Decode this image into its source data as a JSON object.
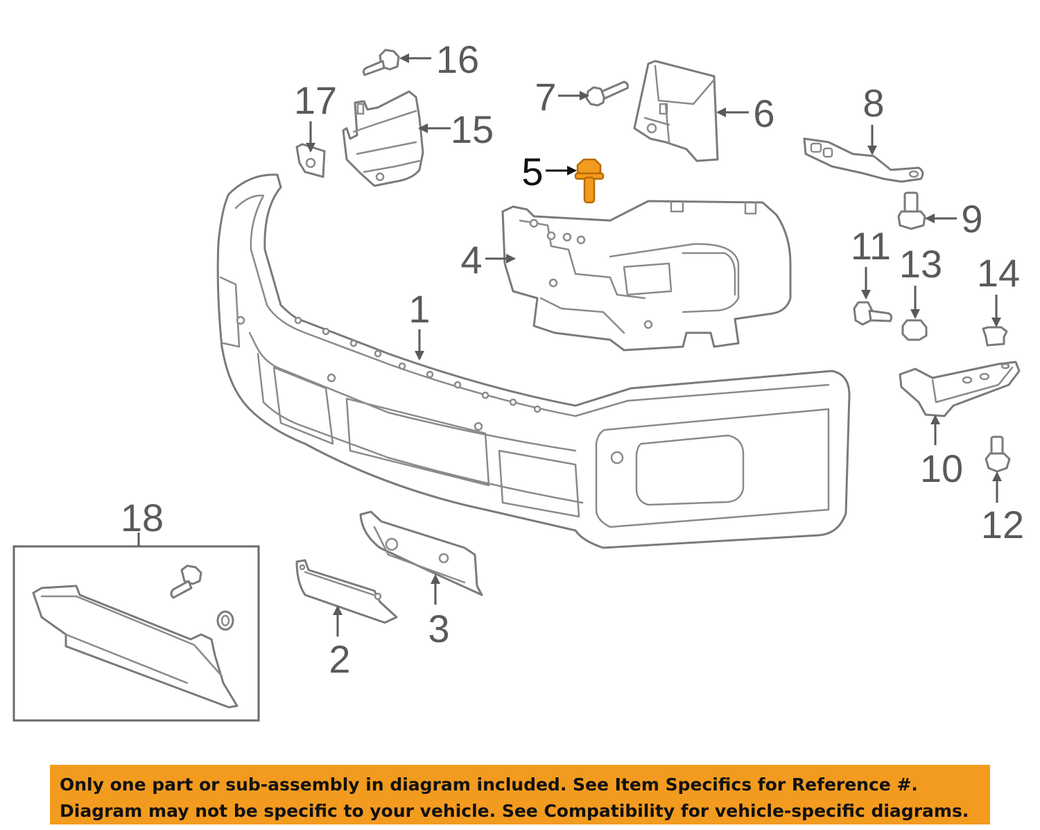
{
  "colors": {
    "highlight_part": "#f39b1f",
    "banner": "#f39b1f",
    "line_art": "#7a7a7a",
    "callout_text": "#5a5a5a"
  },
  "callouts": [
    "1",
    "2",
    "3",
    "4",
    "5",
    "6",
    "7",
    "8",
    "9",
    "10",
    "11",
    "12",
    "13",
    "14",
    "15",
    "16",
    "17",
    "18"
  ],
  "highlighted_callout": "5",
  "disclaimer": {
    "line1": "Only one part or sub-assembly in diagram included. See Item Specifics for Reference #.",
    "line2": "Diagram may not be specific to your vehicle. See Compatibility for vehicle-specific diagrams."
  }
}
